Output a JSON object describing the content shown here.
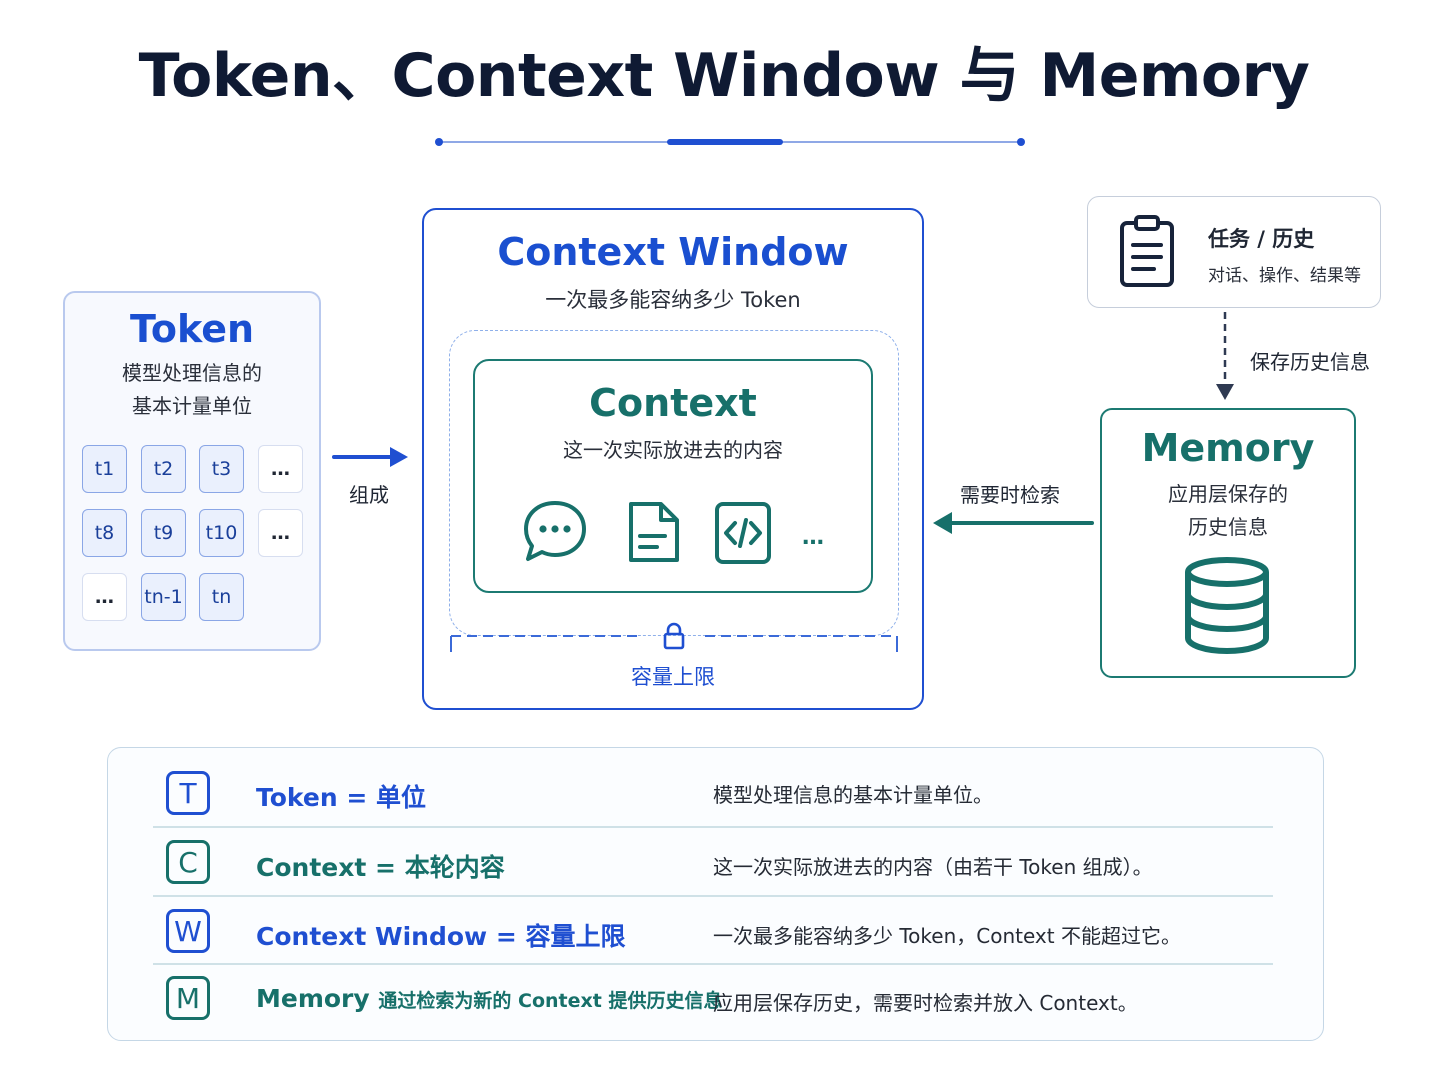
{
  "title": "Token、Context Window 与 Memory",
  "colors": {
    "blue": "#1f4fd1",
    "teal": "#17706a",
    "text": "#1f2633"
  },
  "token_panel": {
    "title": "Token",
    "subtitle_line1": "模型处理信息的",
    "subtitle_line2": "基本计量单位",
    "tokens": [
      "t1",
      "t2",
      "t3",
      "…",
      "t8",
      "t9",
      "t10",
      "…",
      "…",
      "tn-1",
      "tn"
    ]
  },
  "compose_label": "组成",
  "context_window": {
    "title": "Context Window",
    "subtitle": "一次最多能容纳多少 Token",
    "capacity_label": "容量上限",
    "context": {
      "title": "Context",
      "subtitle": "这一次实际放进去的内容",
      "icons": [
        "chat-icon",
        "document-icon",
        "code-icon"
      ],
      "more": "…"
    }
  },
  "task_box": {
    "title": "任务 / 历史",
    "subtitle": "对话、操作、结果等",
    "icon": "clipboard-icon"
  },
  "save_label": "保存历史信息",
  "retrieve_label": "需要时检索",
  "memory": {
    "title": "Memory",
    "subtitle_line1": "应用层保存的",
    "subtitle_line2": "历史信息",
    "icon": "database-icon"
  },
  "legend": [
    {
      "badge": "T",
      "term": "Token",
      "eq": "=",
      "meaning": "单位",
      "desc": "模型处理信息的基本计量单位。"
    },
    {
      "badge": "C",
      "term": "Context",
      "eq": "=",
      "meaning": "本轮内容",
      "desc": "这一次实际放进去的内容（由若干 Token 组成）。"
    },
    {
      "badge": "W",
      "term": "Context Window",
      "eq": "=",
      "meaning": "容量上限",
      "desc": "一次最多能容纳多少 Token，Context 不能超过它。"
    },
    {
      "badge": "M",
      "term": "Memory",
      "eq": "",
      "meaning": "通过检索为新的 Context 提供历史信息",
      "desc": "应用层保存历史，需要时检索并放入 Context。"
    }
  ]
}
